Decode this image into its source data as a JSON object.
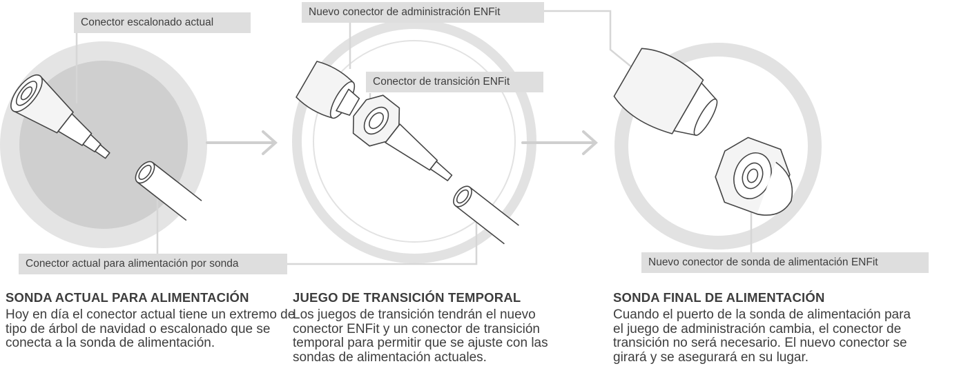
{
  "callouts": {
    "current_stepped": "Conector escalonado actual",
    "new_admin_enfit": "Nuevo conector de administración ENFit",
    "transition_enfit": "Conector de transición ENFit",
    "current_feeding": "Conector actual para alimentación por sonda",
    "new_feeding_tube_enfit": "Nuevo conector de sonda de alimentación ENFit"
  },
  "columns": [
    {
      "heading": "SONDA ACTUAL PARA ALIMENTACIÓN",
      "body": "Hoy en día el conector actual tiene un extremo de tipo de árbol de navidad o escalonado que se conecta a la sonda de alimentación."
    },
    {
      "heading": "JUEGO DE TRANSICIÓN TEMPORAL",
      "body": "Los juegos de transición tendrán el nuevo conector ENFit y un conector de transición temporal para permitir que se ajuste con las sondas de alimentación actuales."
    },
    {
      "heading": "SONDA FINAL DE ALIMENTACIÓN",
      "body": "Cuando el puerto de la sonda de alimentación para el juego de administración cambia, el conector de transición no será necesario. El nuevo conector se girará y se asegurará en su lugar."
    }
  ],
  "colors": {
    "ring": "#e2e2e2",
    "disc": "#cfcfcf",
    "callout_bg": "#dedede",
    "stroke": "#444444",
    "text": "#3d3d3d"
  }
}
